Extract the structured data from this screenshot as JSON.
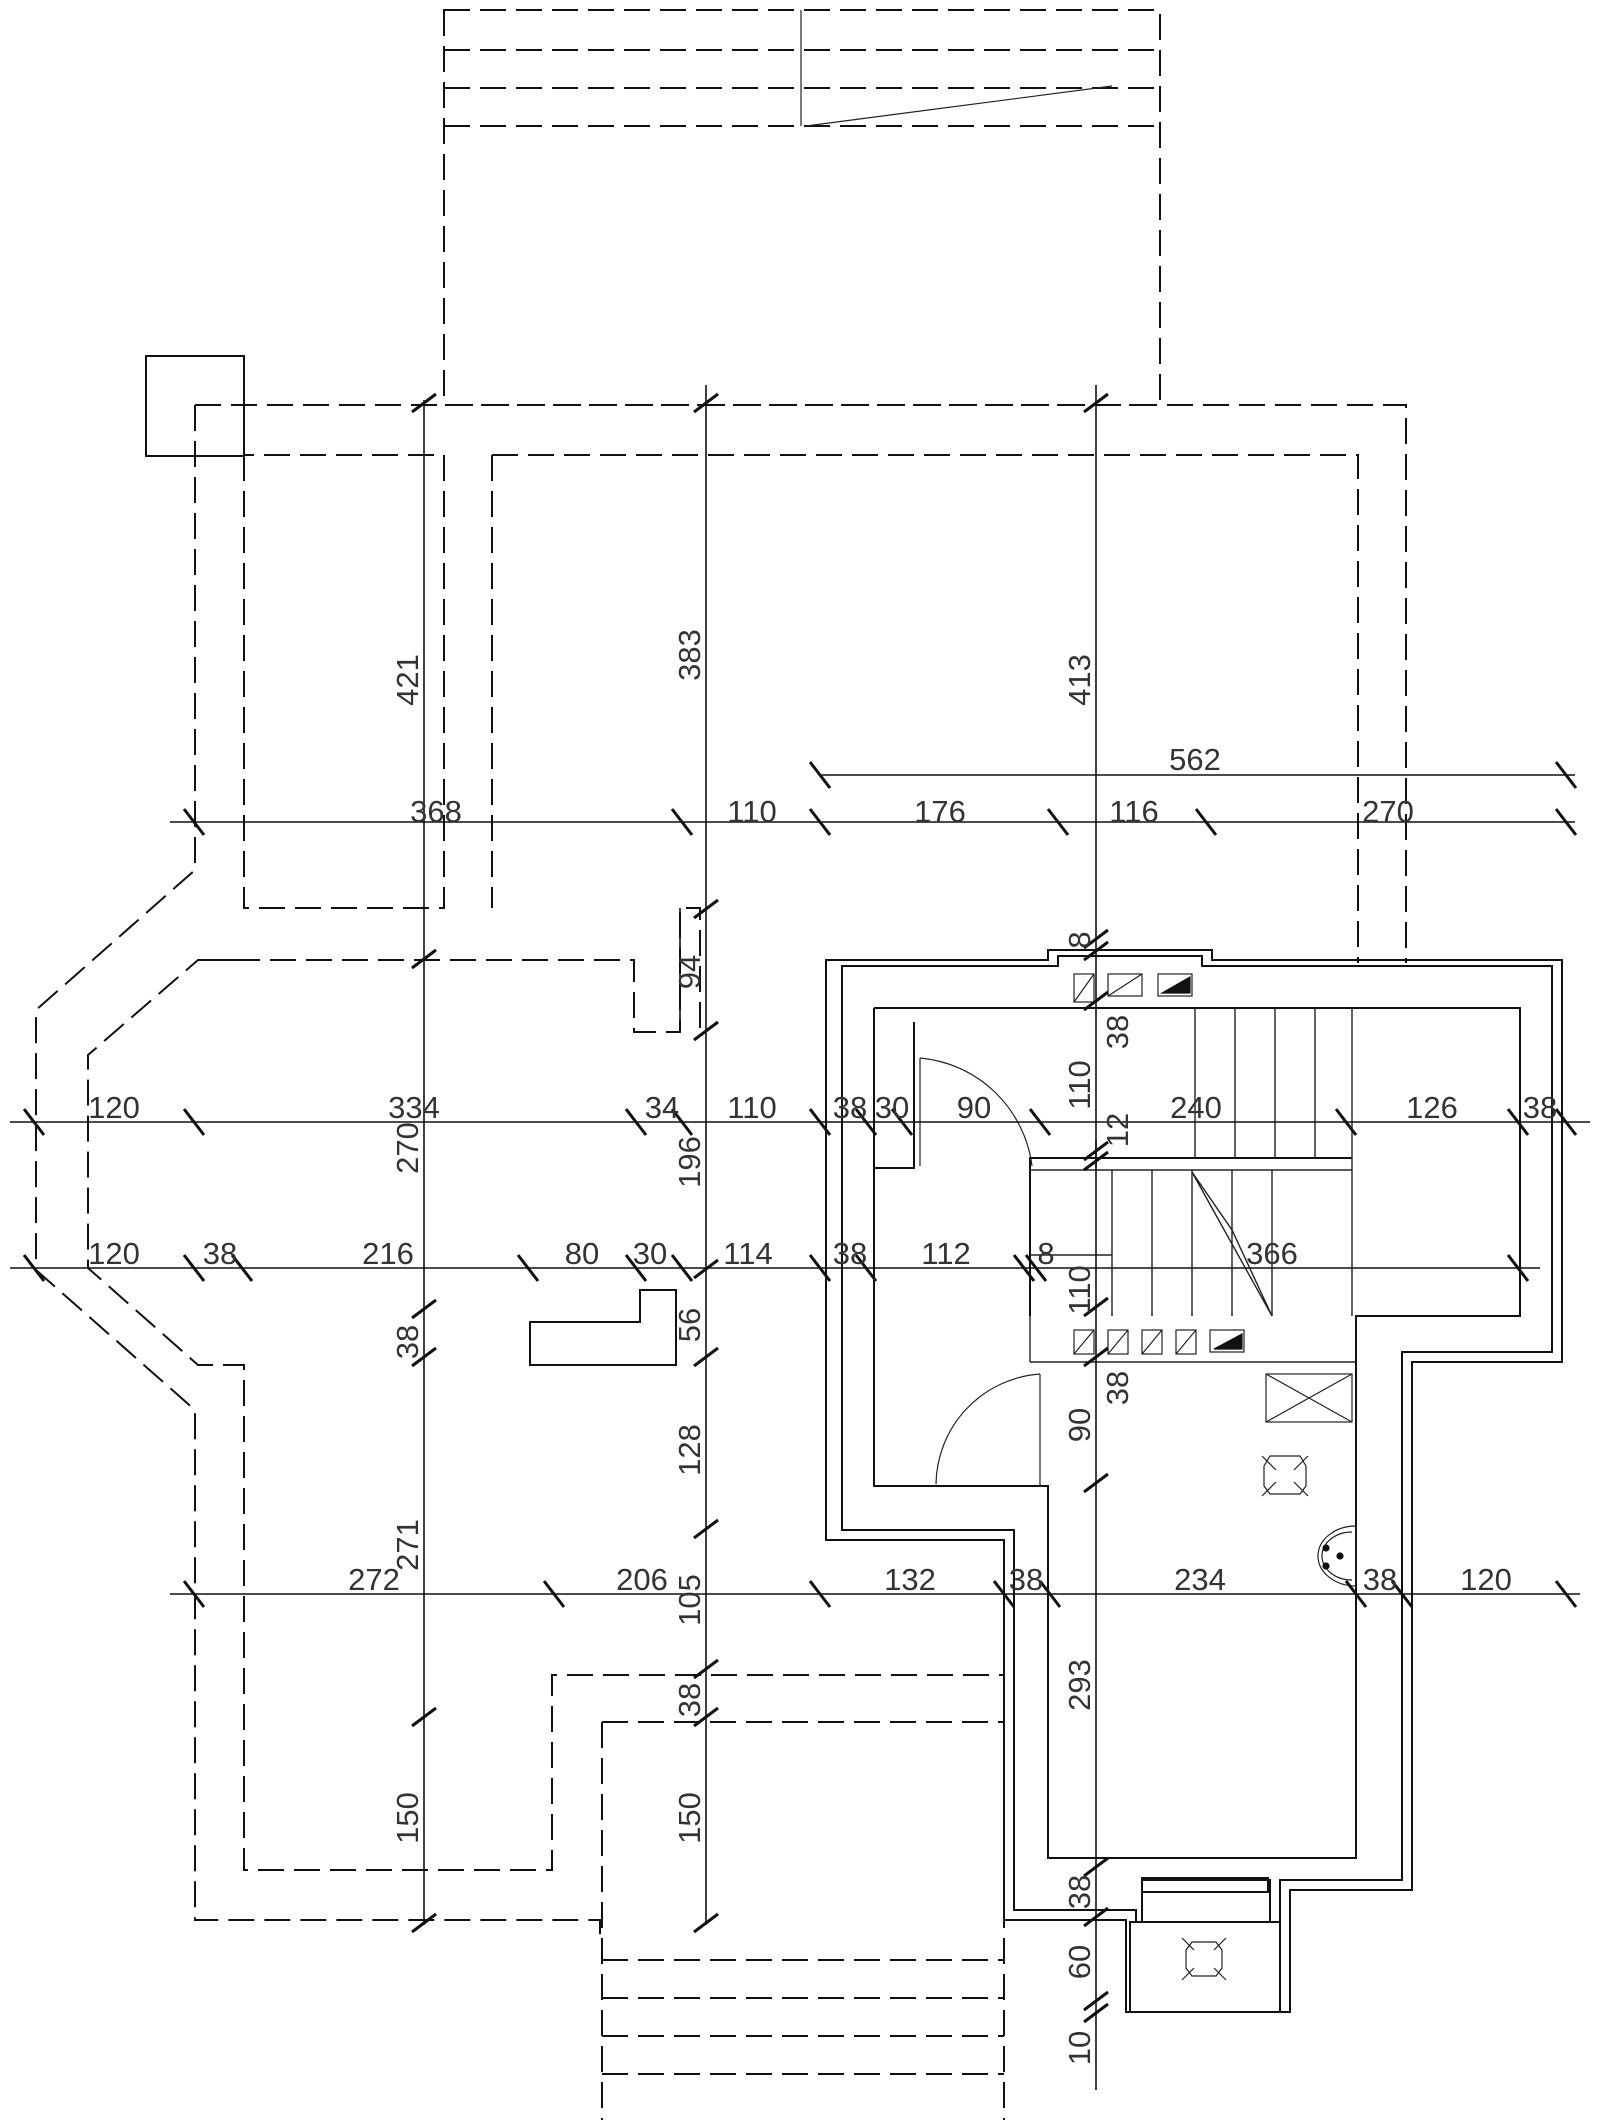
{
  "plan": {
    "dimension_labels": {
      "d_421": "421",
      "d_383": "383",
      "d_413": "413",
      "d_562": "562",
      "d_368": "368",
      "d_110_top": "110",
      "d_176": "176",
      "d_116": "116",
      "d_270_top": "270",
      "d_8_top": "8",
      "d_38_tv": "38",
      "d_94": "94",
      "d_110_v1": "110",
      "d_12": "12",
      "d_120_r1": "120",
      "d_334": "334",
      "d_34": "34",
      "d_110_r1": "110",
      "d_38_r1": "38",
      "d_30_r1": "30",
      "d_90_r1": "90",
      "d_240": "240",
      "d_126": "126",
      "d_38_r1b": "38",
      "d_270_v": "270",
      "d_196": "196",
      "d_120_r2": "120",
      "d_38_r2": "38",
      "d_216": "216",
      "d_80": "80",
      "d_30_r2": "30",
      "d_114": "114",
      "d_38_r2b": "38",
      "d_112": "112",
      "d_8_r2": "8",
      "d_366": "366",
      "d_110_v2": "110",
      "d_38_lv": "38",
      "d_56": "56",
      "d_38_v2": "38",
      "d_128": "128",
      "d_90_v": "90",
      "d_271": "271",
      "d_272": "272",
      "d_206": "206",
      "d_132": "132",
      "d_38_r3": "38",
      "d_234": "234",
      "d_38_r3b": "38",
      "d_120_r3": "120",
      "d_105": "105",
      "d_293": "293",
      "d_38_v3": "38",
      "d_150_l": "150",
      "d_150_m": "150",
      "d_38_b": "38",
      "d_60": "60",
      "d_10": "10"
    }
  }
}
